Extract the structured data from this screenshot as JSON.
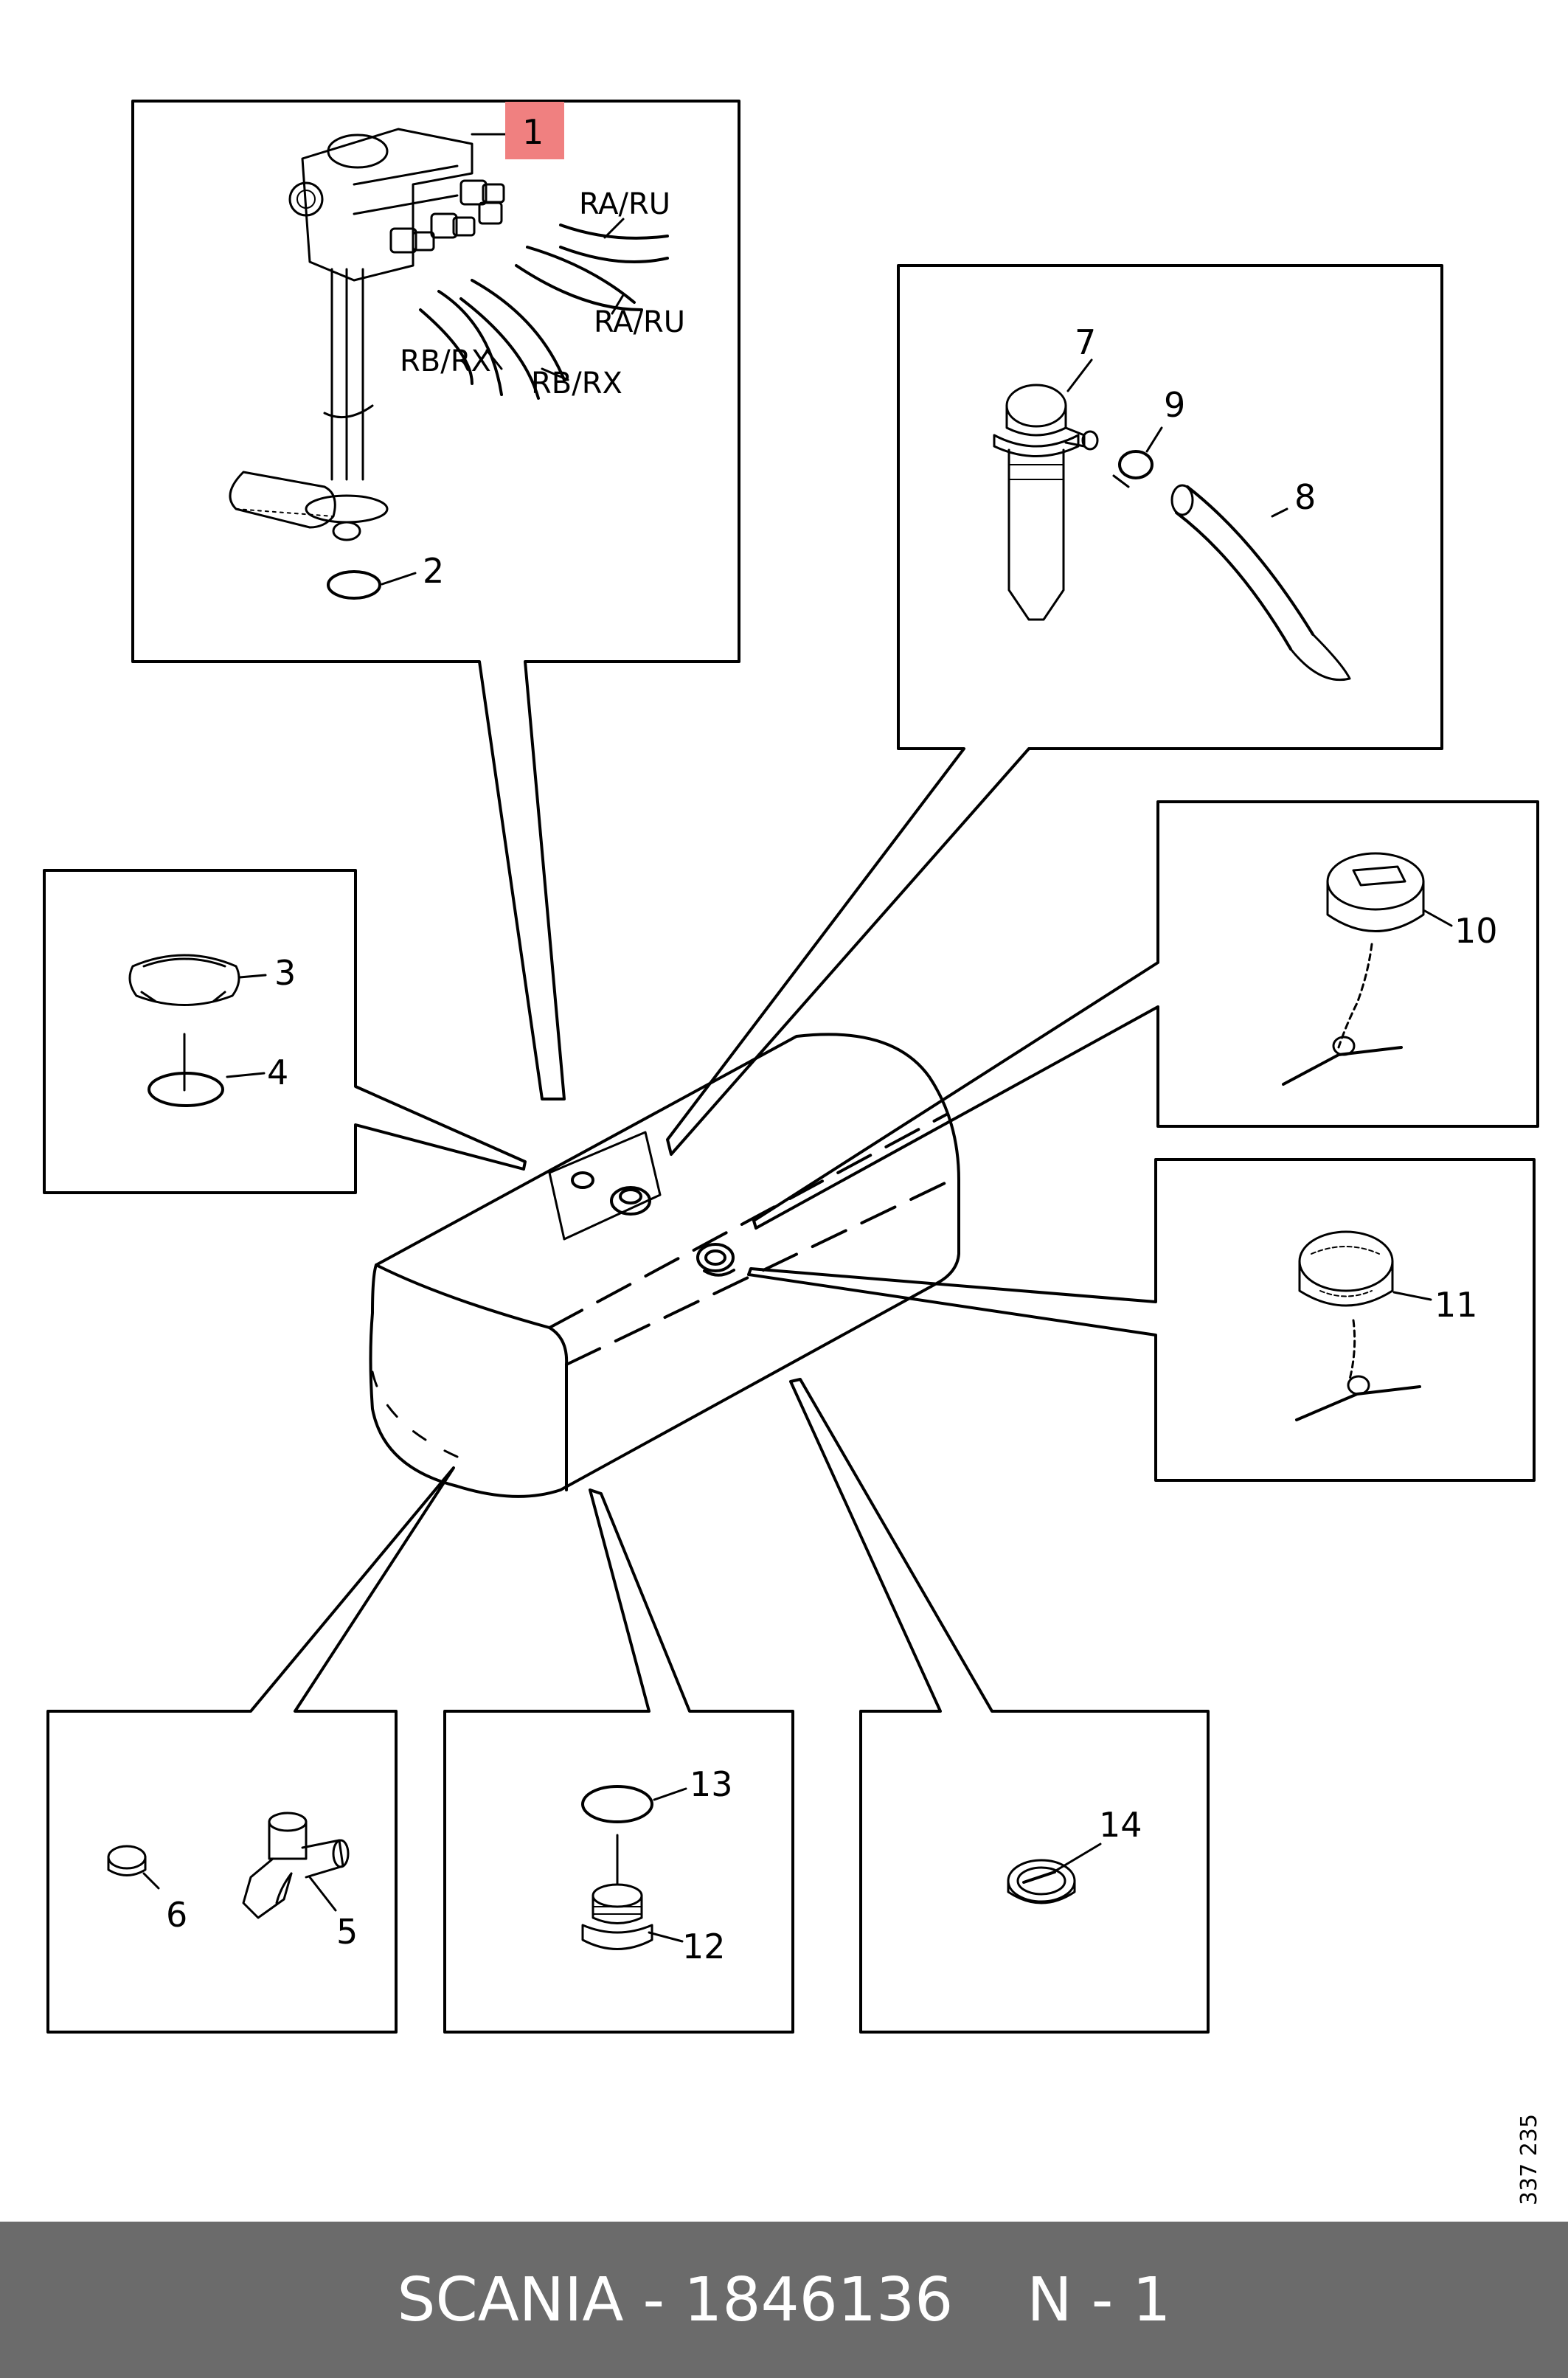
{
  "labels": {
    "l1": "1",
    "l2": "2",
    "l3": "3",
    "l4": "4",
    "l5": "5",
    "l6": "6",
    "l7": "7",
    "l8": "8",
    "l9": "9",
    "l10": "10",
    "l11": "11",
    "l12": "12",
    "l13": "13",
    "l14": "14"
  },
  "lines": {
    "ra_ru_top": "RA/RU",
    "ra_ru_mid": "RA/RU",
    "rb_rx_left": "RB/RX",
    "rb_rx_right": "RB/RX"
  },
  "highlight_color": "#f08080",
  "footer": {
    "brand_part": "SCANIA - 1846136",
    "position": "N - 1",
    "background": "#6b6b6b"
  },
  "doc_number": "337 235"
}
